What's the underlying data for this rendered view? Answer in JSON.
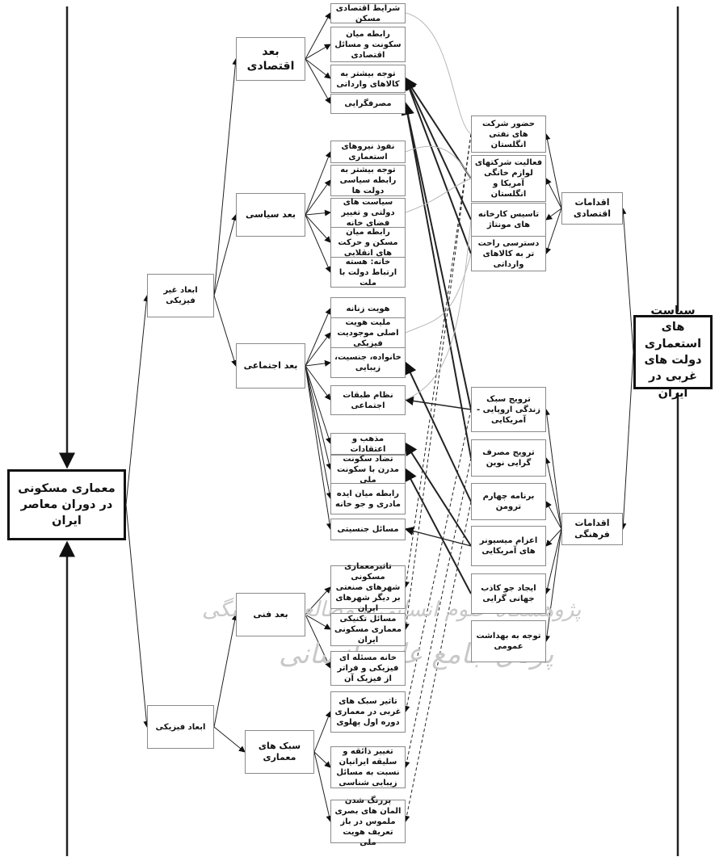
{
  "diagram": {
    "root": "معماری مسکونی در دوران معاصر ایران",
    "policy": "سیاست های استعماری دولت های غربی در ایران",
    "dimensions": {
      "non_physical": "ابعاد غیر فیزیکی",
      "physical": "ابعاد فیزیکی"
    },
    "categories": {
      "economic": "بعد اقتصادی",
      "political": "بعد سیاسی",
      "social": "بعد اجتماعی",
      "technical": "بعد فنی",
      "architectural_style": "سبک های معماری"
    },
    "economic_items": [
      "شرایط اقتصادی مسکن",
      "رابطه میان سکونت و مسائل اقتصادی",
      "توجه بیشتر به کالاهای وارداتی",
      "مصرفگرایی"
    ],
    "political_items": [
      "نفوذ نیروهای استعماری",
      "توجه بیشتر به رابطه سیاسی دولت ها",
      "سیاست های دولتی و تغییر فضای خانه",
      "رابطه میان مسکن و حرکت های انقلابی",
      "خانه: هسته ارتباط دولت با ملت"
    ],
    "social_items": [
      "هویت زنانه",
      "ملیت هویت اصلی موجودیت فیزیکی",
      "خانواده، جنسیت، زیبایی",
      "نظام طبقات اجتماعی",
      "مذهب و اعتقادات",
      "تضاد سکونت مدرن با سکونت ملی",
      "رابطه میان ایده مادری و جو خانه",
      "مسائل جنسیتی"
    ],
    "technical_items": [
      "تاثیرمعماری مسکونی شهرهای صنعتی بر دیگر شهرهای ایران",
      "مسائل تکنیکی معماری مسکونی ایران",
      "خانه مسئله ای فیزیکی و فراتر از فیزیک آن"
    ],
    "style_items": [
      "تاثیر سبک های غربی در معماری دوره اول پهلوی",
      "تغییر ذائقه و سلیقه ایرانیان نسبت به مسائل زیبایی شناسی",
      "پررنگ شدن المان های بصری ملموس در باز تعریف هویت ملی"
    ],
    "policy_groups": {
      "economic_actions": "اقدامات اقتصادی",
      "cultural_actions": "اقدامات فرهنگی"
    },
    "economic_actions": [
      "حضور شرکت های نفتی انگلستان",
      "فعالیت شرکتهای لوازم خانگی آمریکا و انگلستان",
      "تاسیس کارخانه های مونتاژ",
      "دسترسی راحت تر به کالاهای وارداتی"
    ],
    "cultural_actions": [
      "ترویج سبک زندگی اروپایی - آمریکایی",
      "ترویج مصرف گرایی نوین",
      "برنامه چهارم ترومن",
      "اعزام میسیونر های آمریکایی",
      "ایجاد جو کاذب جهانی گرایی",
      "توجه به بهداشت عمومی"
    ]
  }
}
